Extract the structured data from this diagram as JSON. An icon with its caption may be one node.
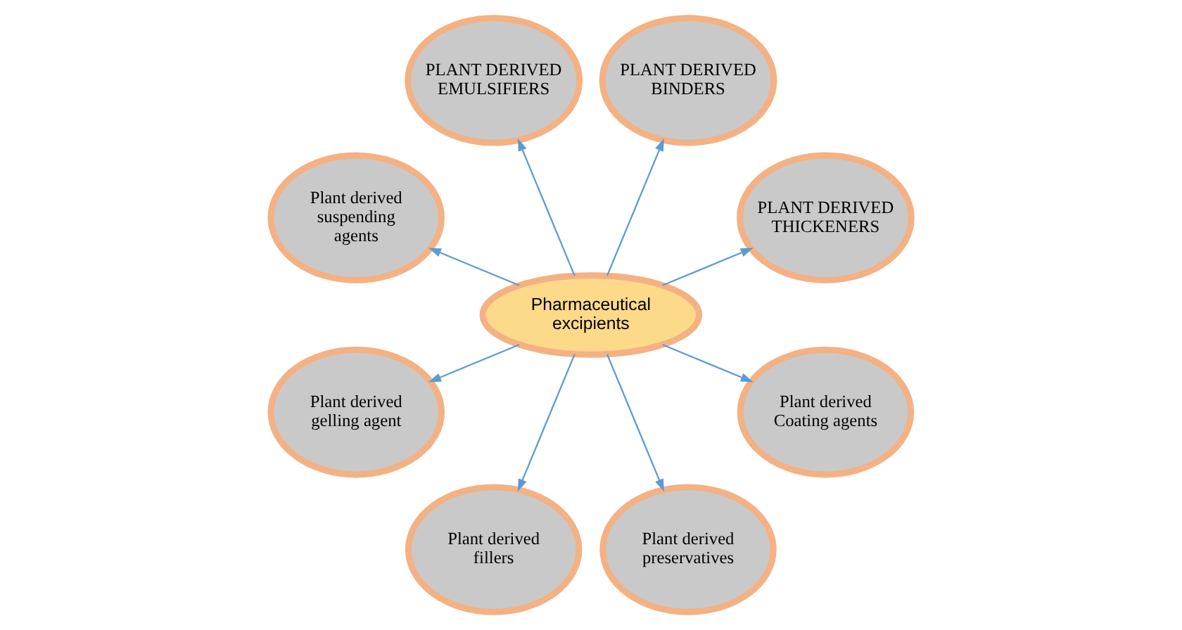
{
  "diagram": {
    "nodes": [
      {
        "text": [
          "Pharmaceutical excipients"
        ]
      },
      {
        "text": [
          "PLANT DERIVED THICKENERS"
        ]
      },
      {
        "text": [
          "PLANT DERIVED BINDERS"
        ]
      },
      {
        "text": [
          "PLANT DERIVED EMULSIFIERS"
        ]
      },
      {
        "text": [
          "Plant derived suspending agents"
        ]
      },
      {
        "text": [
          "Plant derived gelling agent"
        ]
      },
      {
        "text": [
          "Plant derived fillers"
        ]
      },
      {
        "text": [
          "Plant derived preservatives"
        ]
      },
      {
        "text": [
          "Plant derived Coating agents"
        ]
      }
    ],
    "edges": [
      {
        "from": 0,
        "to": 1,
        "arrow": "to"
      },
      {
        "from": 0,
        "to": 2,
        "arrow": "to"
      },
      {
        "from": 0,
        "to": 3,
        "arrow": "to"
      },
      {
        "from": 0,
        "to": 4,
        "arrow": "to"
      },
      {
        "from": 0,
        "to": 5,
        "arrow": "to"
      },
      {
        "from": 0,
        "to": 6,
        "arrow": "to"
      },
      {
        "from": 0,
        "to": 7,
        "arrow": "to"
      },
      {
        "from": 0,
        "to": 8,
        "arrow": "to"
      }
    ]
  }
}
